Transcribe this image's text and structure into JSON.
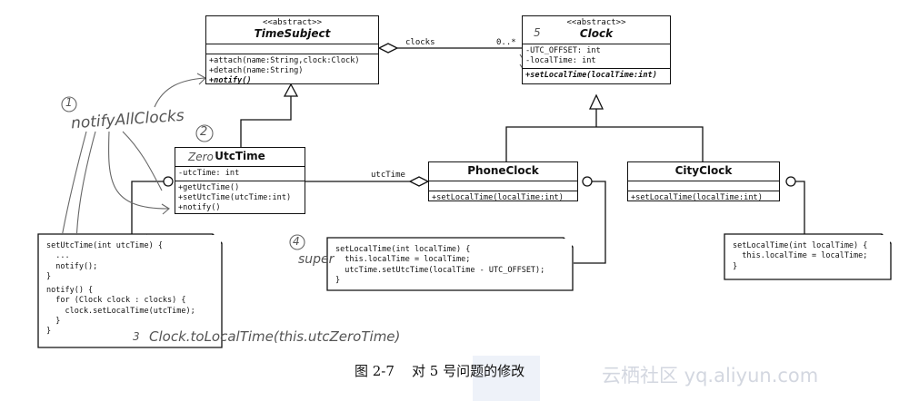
{
  "classes": {
    "timesubject": {
      "stereotype": "<<abstract>>",
      "name": "TimeSubject",
      "attributes": [],
      "methods": [
        "+attach(name:String,clock:Clock)",
        "+detach(name:String)",
        "+notify()"
      ]
    },
    "clock": {
      "stereotype": "<<abstract>>",
      "name": "Clock",
      "attributes": [
        "-UTC_OFFSET: int",
        "-localTime: int"
      ],
      "methods": [
        "+setLocalTime(localTime:int)"
      ]
    },
    "utctime": {
      "name": "UtcTime",
      "attributes": [
        "-utcTime: int"
      ],
      "methods": [
        "+getUtcTime()",
        "+setUtcTime(utcTime:int)",
        "+notify()"
      ]
    },
    "phoneclock": {
      "name": "PhoneClock",
      "attributes": [],
      "methods": [
        "+setLocalTime(localTime:int)"
      ]
    },
    "cityclock": {
      "name": "CityClock",
      "attributes": [],
      "methods": [
        "+setLocalTime(localTime:int)"
      ]
    }
  },
  "associations": {
    "clocks_label": "clocks",
    "clocks_multiplicity": "0..*",
    "utctime_label": "utcTime"
  },
  "notes": {
    "utctime_note": [
      "setUtcTime(int utcTime) {",
      "  ...",
      "  notify();",
      "}",
      "",
      "notify() {",
      "  for (Clock clock : clocks) {",
      "    clock.setLocalTime(utcTime);",
      "  }",
      "}"
    ],
    "phone_note": [
      "setLocalTime(int localTime) {",
      "  this.localTime = localTime;",
      "  utcTime.setUtcTime(localTime - UTC_OFFSET);",
      "}"
    ],
    "city_note": [
      "setLocalTime(int localTime) {",
      "  this.localTime = localTime;",
      "}"
    ]
  },
  "annotations": {
    "n1": "1",
    "n1_text": "notifyAllClocks",
    "n2": "2",
    "n2_text": "Zero",
    "n3": "3",
    "n3_text": "Clock.toLocalTime(this.utcZeroTime)",
    "n4": "4",
    "n4_text": "super",
    "n5": "5"
  },
  "caption": "图 2-7    对 5 号问题的修改",
  "watermark": "云栖社区 yq.aliyun.com"
}
